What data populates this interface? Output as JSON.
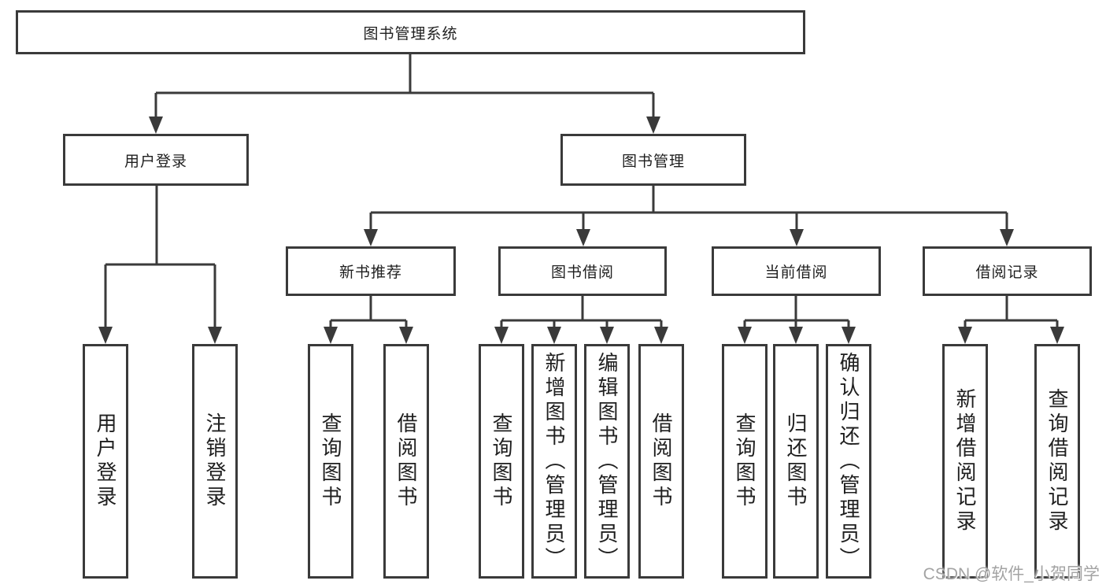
{
  "diagram": {
    "title": "图书管理系统",
    "level2": [
      {
        "label": "用户登录"
      },
      {
        "label": "图书管理"
      }
    ],
    "level3": [
      {
        "label": "新书推荐"
      },
      {
        "label": "图书借阅"
      },
      {
        "label": "当前借阅"
      },
      {
        "label": "借阅记录"
      }
    ],
    "leaves": [
      {
        "label": "用户登录"
      },
      {
        "label": "注销登录"
      },
      {
        "label": "查询图书"
      },
      {
        "label": "借阅图书"
      },
      {
        "label": "查询图书"
      },
      {
        "label": "新增图书（管理员）"
      },
      {
        "label": "编辑图书（管理员）"
      },
      {
        "label": "借阅图书"
      },
      {
        "label": "查询图书"
      },
      {
        "label": "归还图书"
      },
      {
        "label": "确认归还（管理员）"
      },
      {
        "label": "新增借阅记录"
      },
      {
        "label": "查询借阅记录"
      }
    ],
    "watermark": "CSDN @软件_小贺同学"
  }
}
